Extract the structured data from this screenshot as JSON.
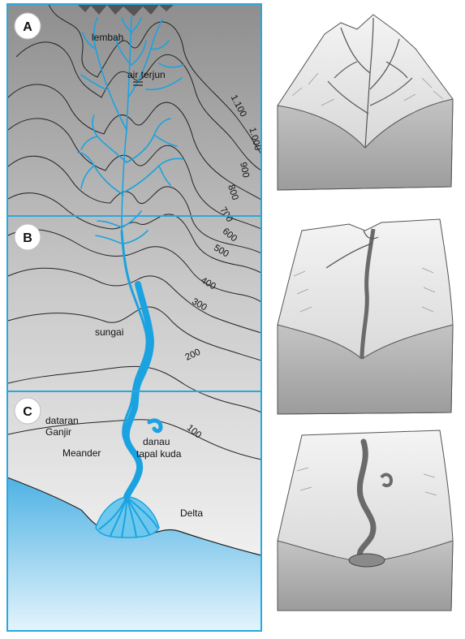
{
  "sections": [
    {
      "letter": "A"
    },
    {
      "letter": "B"
    },
    {
      "letter": "C"
    }
  ],
  "labels": {
    "lembah": "lembah",
    "air_terjun": "air terjun",
    "sungai": "sungai",
    "dataran_line1": "dataran",
    "dataran_line2": "Ganjir",
    "meander": "Meander",
    "danau_line1": "danau",
    "danau_line2": "tapal kuda",
    "delta": "Delta"
  },
  "contours": [
    "1.100",
    "1.000",
    "900",
    "800",
    "700",
    "600",
    "500",
    "400",
    "300",
    "200",
    "100"
  ],
  "colors": {
    "river": "#1aa3e0",
    "frame": "#29a8e0",
    "sea_top": "#4fb2e4",
    "sea_bottom": "#e3f3fc",
    "land_top": "#8f8f8f",
    "land_bottom": "#ffffff"
  }
}
